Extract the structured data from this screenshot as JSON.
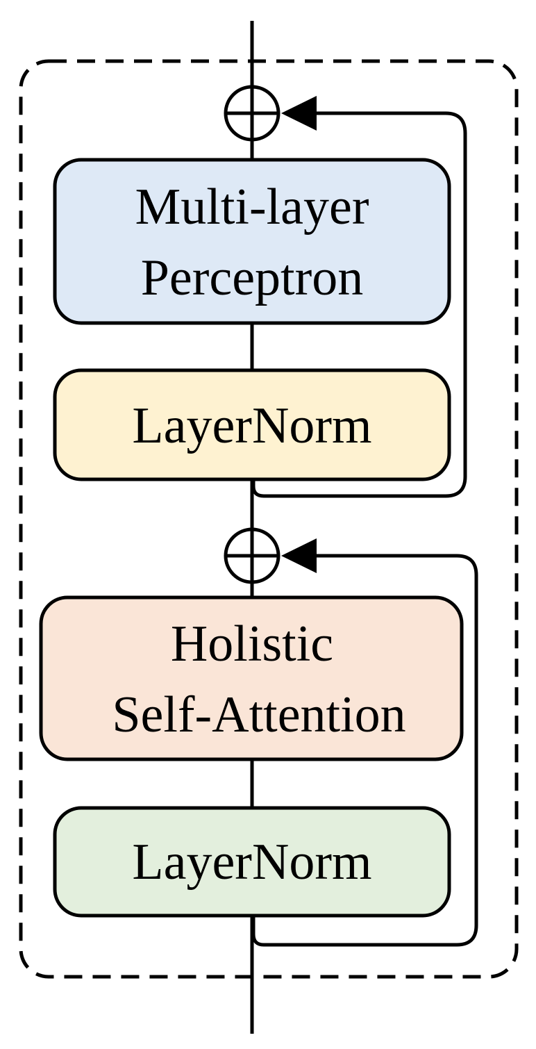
{
  "blocks": {
    "mlp": {
      "line1": "Multi-layer",
      "line2": "Perceptron",
      "fill": "#DEE9F6"
    },
    "ln_top": {
      "label": "LayerNorm",
      "fill": "#FEF2D1"
    },
    "hsa": {
      "line1": "Holistic",
      "line2": "Self-Attention",
      "fill": "#FAE5D7"
    },
    "ln_bottom": {
      "label": "LayerNorm",
      "fill": "#E3EFDD"
    }
  },
  "colors": {
    "stroke": "#000000",
    "background": "#FFFFFF"
  }
}
